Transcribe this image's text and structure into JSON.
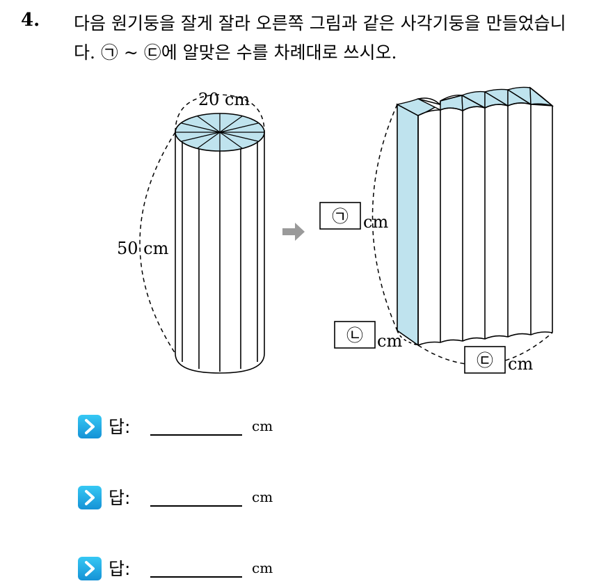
{
  "question": {
    "number": "4.",
    "line1": "다음 원기둥을 잘게 잘라 오른쪽 그림과 같은 사각기둥을 만들었습니",
    "line2": "다. ㉠ ~ ㉢에 알맞은 수를 차례대로 쓰시오."
  },
  "figure": {
    "cylinder_diameter_label": "20 cm",
    "cylinder_height_label": "50 cm",
    "box_a_symbol": "㉠",
    "box_b_symbol": "㉡",
    "box_c_symbol": "㉢",
    "unit_a": "cm",
    "unit_b": "cm",
    "unit_c": "cm",
    "colors": {
      "fill_light_blue": "#bfe3ee",
      "arrow_gray": "#9a9a9a"
    }
  },
  "answers": [
    {
      "label": "답:",
      "unit": "cm"
    },
    {
      "label": "답:",
      "unit": "cm"
    },
    {
      "label": "답:",
      "unit": "cm"
    }
  ],
  "icons": {
    "answer_icon": "chevron-right-icon",
    "arrow": "arrow-right-icon"
  }
}
